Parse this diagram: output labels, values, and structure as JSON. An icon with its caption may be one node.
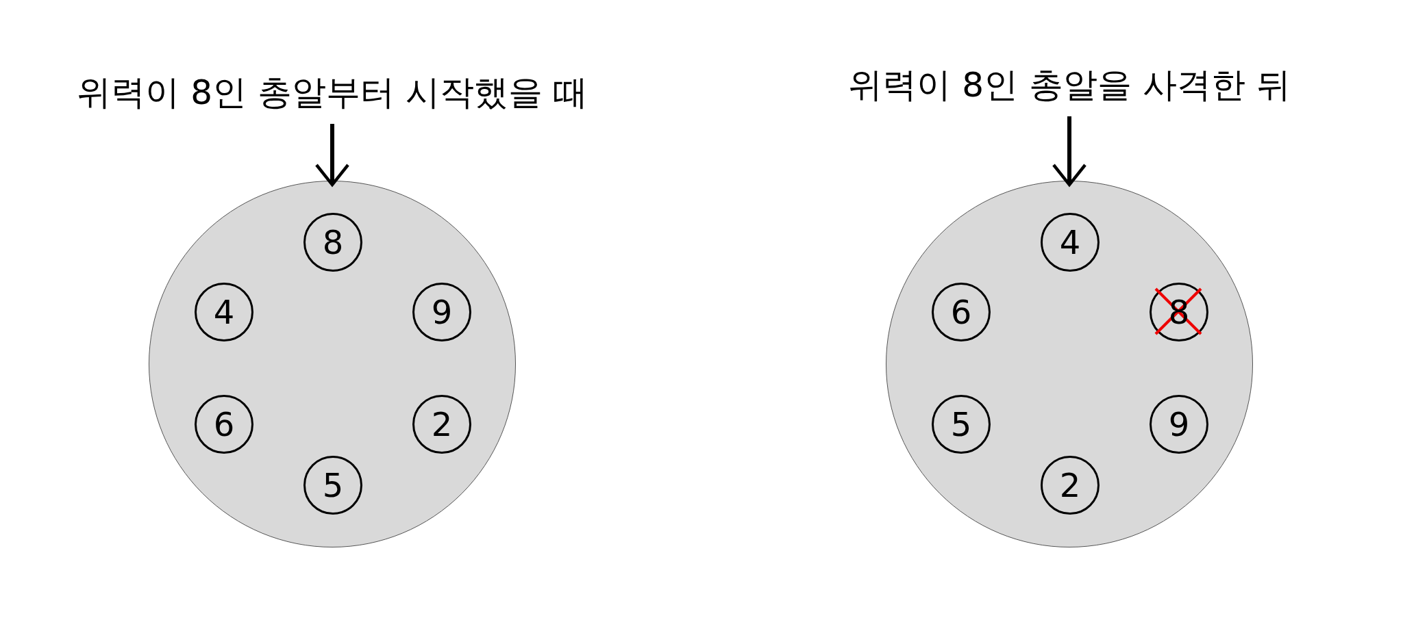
{
  "diagram": {
    "nodes": [
      {
        "text": [
          "위력이 8인 총알부터 시작했을 때"
        ]
      },
      {
        "text": [],
        "shape": "circle"
      },
      {
        "text": [
          "8"
        ],
        "in": 1
      },
      {
        "text": [
          "4"
        ],
        "in": 1
      },
      {
        "text": [
          "9"
        ],
        "in": 1
      },
      {
        "text": [
          "6"
        ],
        "in": 1
      },
      {
        "text": [
          "2"
        ],
        "in": 1
      },
      {
        "text": [
          "5"
        ],
        "in": 1
      },
      {
        "text": [
          "위력이 8인 총알을 사격한 뒤"
        ]
      },
      {
        "text": [],
        "shape": "circle"
      },
      {
        "text": [
          "4"
        ],
        "in": 9
      },
      {
        "text": [
          "6"
        ],
        "in": 9
      },
      {
        "text": [
          "8"
        ],
        "in": 9
      },
      {
        "text": [
          "5"
        ],
        "in": 9
      },
      {
        "text": [
          "9"
        ],
        "in": 9
      },
      {
        "text": [
          "2"
        ],
        "in": 9
      }
    ],
    "edges": [
      {
        "from": 0,
        "to": 1,
        "arrow": "to"
      },
      {
        "from": 8,
        "to": 9,
        "arrow": "to"
      }
    ]
  }
}
